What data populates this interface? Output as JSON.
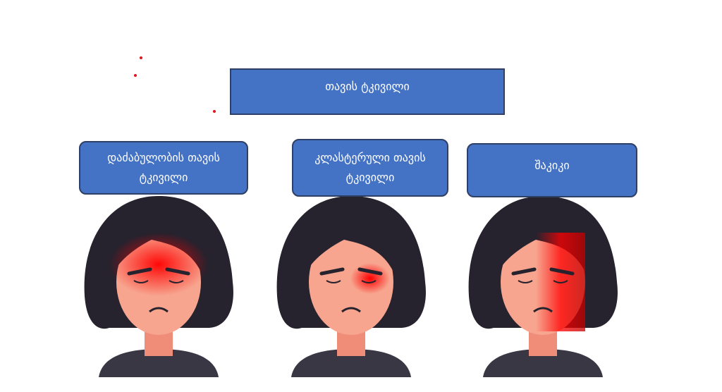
{
  "title": "თავის ტკივილი",
  "types": [
    {
      "label": "დაძაბულობის თავის ტკივილი"
    },
    {
      "label": "კლასტერული თავის ტკივილი"
    },
    {
      "label": "შაკიკი"
    }
  ],
  "colors": {
    "box": "#4472c4",
    "border": "#2f3f66",
    "pain": "#ff0000",
    "hair": "#26222e",
    "skin": "#f7a58f"
  }
}
